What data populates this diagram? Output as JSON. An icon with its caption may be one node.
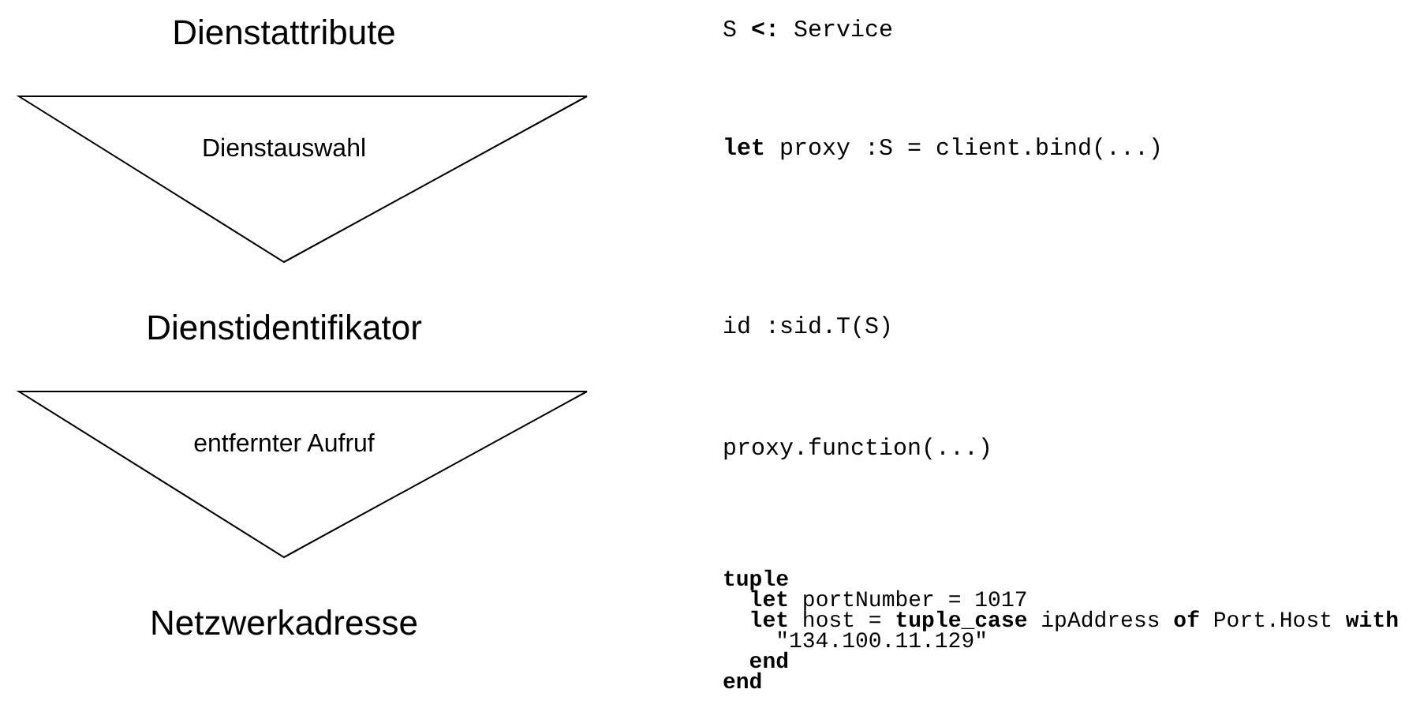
{
  "diagram": {
    "nodes": [
      {
        "text": [
          "Dienstauswahl"
        ]
      },
      {
        "text": [
          "entfernter Aufruf"
        ]
      }
    ],
    "labels": [
      "Dienstattribute",
      "S **<:** Service",
      "**let** proxy :S = client.bind(...)",
      "Dienstidentifikator",
      "id :sid.T(S)",
      "proxy.function(...)",
      "Netzwerkadresse",
      "tuple",
      "**let** portNumber = 1017",
      "**let** host = **tuple_case** ipAddress **of** Port.Host **with**",
      "\"134.100.11.129\"",
      "end",
      "end"
    ]
  }
}
